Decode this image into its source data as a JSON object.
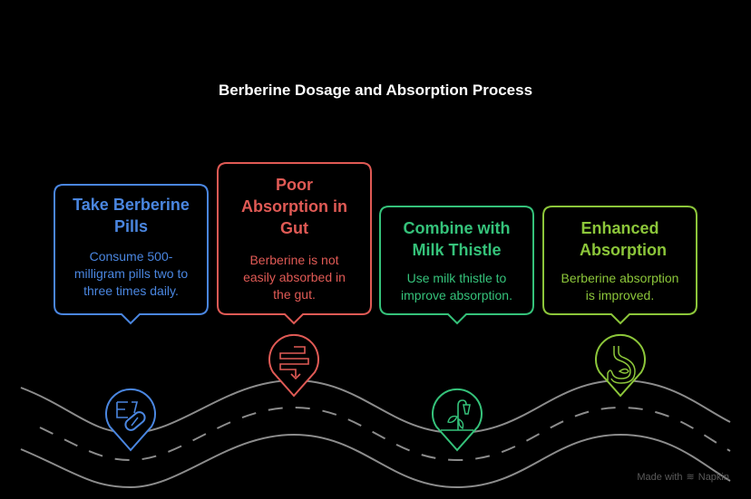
{
  "title": "Berberine Dosage and Absorption Process",
  "colors": {
    "background": "#000000",
    "road": "#8c8c8c",
    "step1": "#4a86e0",
    "step2": "#e05a55",
    "step3": "#35c27a",
    "step4": "#8cc63a"
  },
  "steps": [
    {
      "heading": "Take Berberine Pills",
      "description": "Consume 500-milligram pills two to three times daily.",
      "icon": "pill-bottle-capsule-icon",
      "color": "#4a86e0"
    },
    {
      "heading": "Poor Absorption in Gut",
      "description": "Berberine is not easily absorbed in the gut.",
      "icon": "intestine-arrow-icon",
      "color": "#e05a55"
    },
    {
      "heading": "Combine with Milk Thistle",
      "description": "Use milk thistle to improve absorption.",
      "icon": "milk-thistle-plant-icon",
      "color": "#35c27a"
    },
    {
      "heading": "Enhanced Absorption",
      "description": "Berberine absorption is improved.",
      "icon": "stomach-icon",
      "color": "#8cc63a"
    }
  ],
  "footer": {
    "made_with": "Made with",
    "brand": "Napkin"
  }
}
